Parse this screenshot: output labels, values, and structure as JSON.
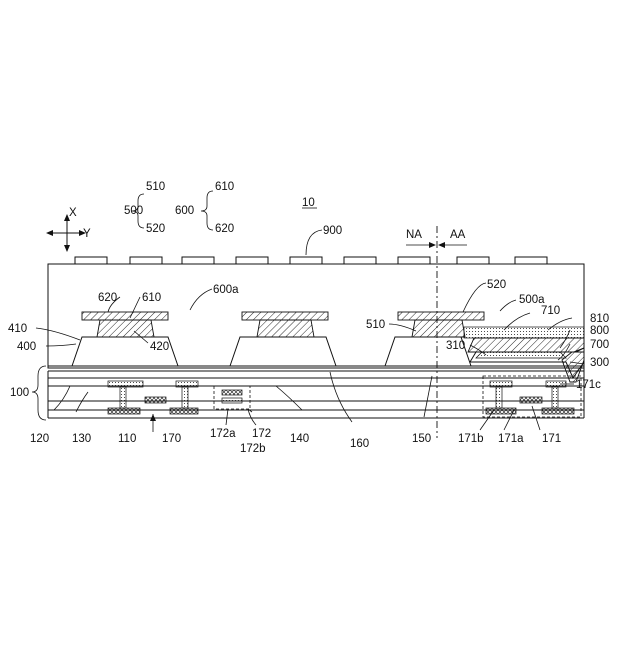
{
  "legend": {
    "g500": "500",
    "g510": "510",
    "g520": "520",
    "g600": "600",
    "g610": "610",
    "g620": "620",
    "g10": "10"
  },
  "axes": {
    "x": "X",
    "y": "Y"
  },
  "regions": {
    "na": "NA",
    "aa": "AA"
  },
  "labels": {
    "l900": "900",
    "l520": "520",
    "l500a": "500a",
    "l620": "620",
    "l610": "610",
    "l600a": "600a",
    "l710": "710",
    "l810": "810",
    "l410": "410",
    "l400": "400",
    "l420": "420",
    "l510": "510",
    "l800": "800",
    "l310": "310",
    "l700": "700",
    "l300": "300",
    "l100": "100",
    "l171c": "171c",
    "l120": "120",
    "l130": "130",
    "l110": "110",
    "l170": "170",
    "l172a": "172a",
    "l172": "172",
    "l172b": "172b",
    "l140": "140",
    "l160": "160",
    "l150": "150",
    "l171b": "171b",
    "l171a": "171a",
    "l171": "171"
  }
}
